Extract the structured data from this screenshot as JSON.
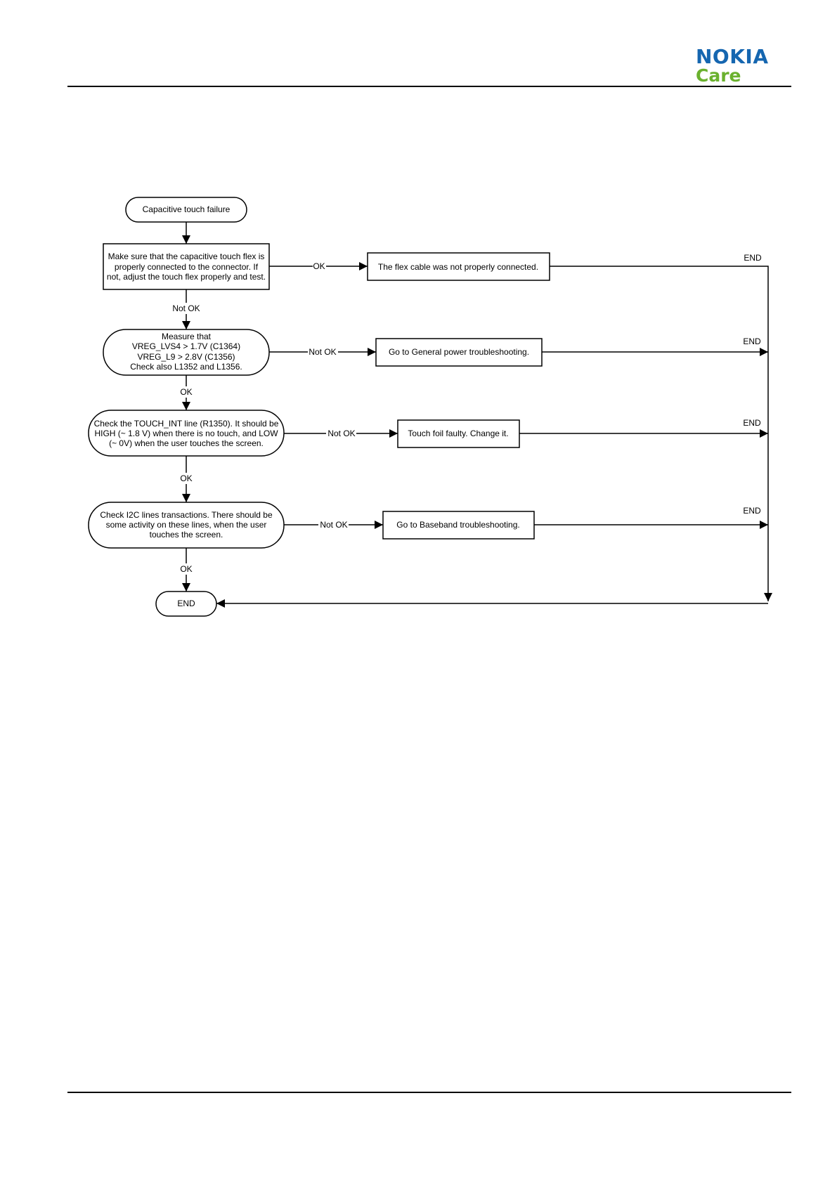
{
  "header": {
    "brand": "NOKIA",
    "sub_brand": "Care",
    "brand_color": "#1566b0",
    "sub_brand_color": "#6ab12e"
  },
  "flowchart": {
    "start": "Capacitive touch failure",
    "step1": [
      "Make sure that the capacitive touch flex is",
      "properly connected to the connector. If",
      "not, adjust the touch flex properly and test."
    ],
    "step1_ok_label": "OK",
    "step1_ok_result": "The flex cable was not properly connected.",
    "step1_not_ok_label": "Not OK",
    "step2": [
      "Measure that",
      "VREG_LVS4 > 1.7V (C1364)",
      "VREG_L9 > 2.8V (C1356)",
      "Check also L1352 and L1356."
    ],
    "step2_not_ok_label": "Not OK",
    "step2_not_ok_result": "Go to General power troubleshooting.",
    "step2_ok_label": "OK",
    "step3": [
      "Check the TOUCH_INT line (R1350). It should be",
      "HIGH (~ 1.8 V) when there is no touch, and LOW",
      "(~ 0V) when the user touches the screen."
    ],
    "step3_not_ok_label": "Not OK",
    "step3_not_ok_result": "Touch foil faulty. Change it.",
    "step3_ok_label": "OK",
    "step4": [
      "Check I2C lines transactions. There should be",
      "some activity on these lines, when the user",
      "touches the screen."
    ],
    "step4_not_ok_label": "Not OK",
    "step4_not_ok_result": "Go to Baseband troubleshooting.",
    "step4_ok_label": "OK",
    "end_labels": [
      "END",
      "END",
      "END",
      "END"
    ],
    "end": "END"
  }
}
